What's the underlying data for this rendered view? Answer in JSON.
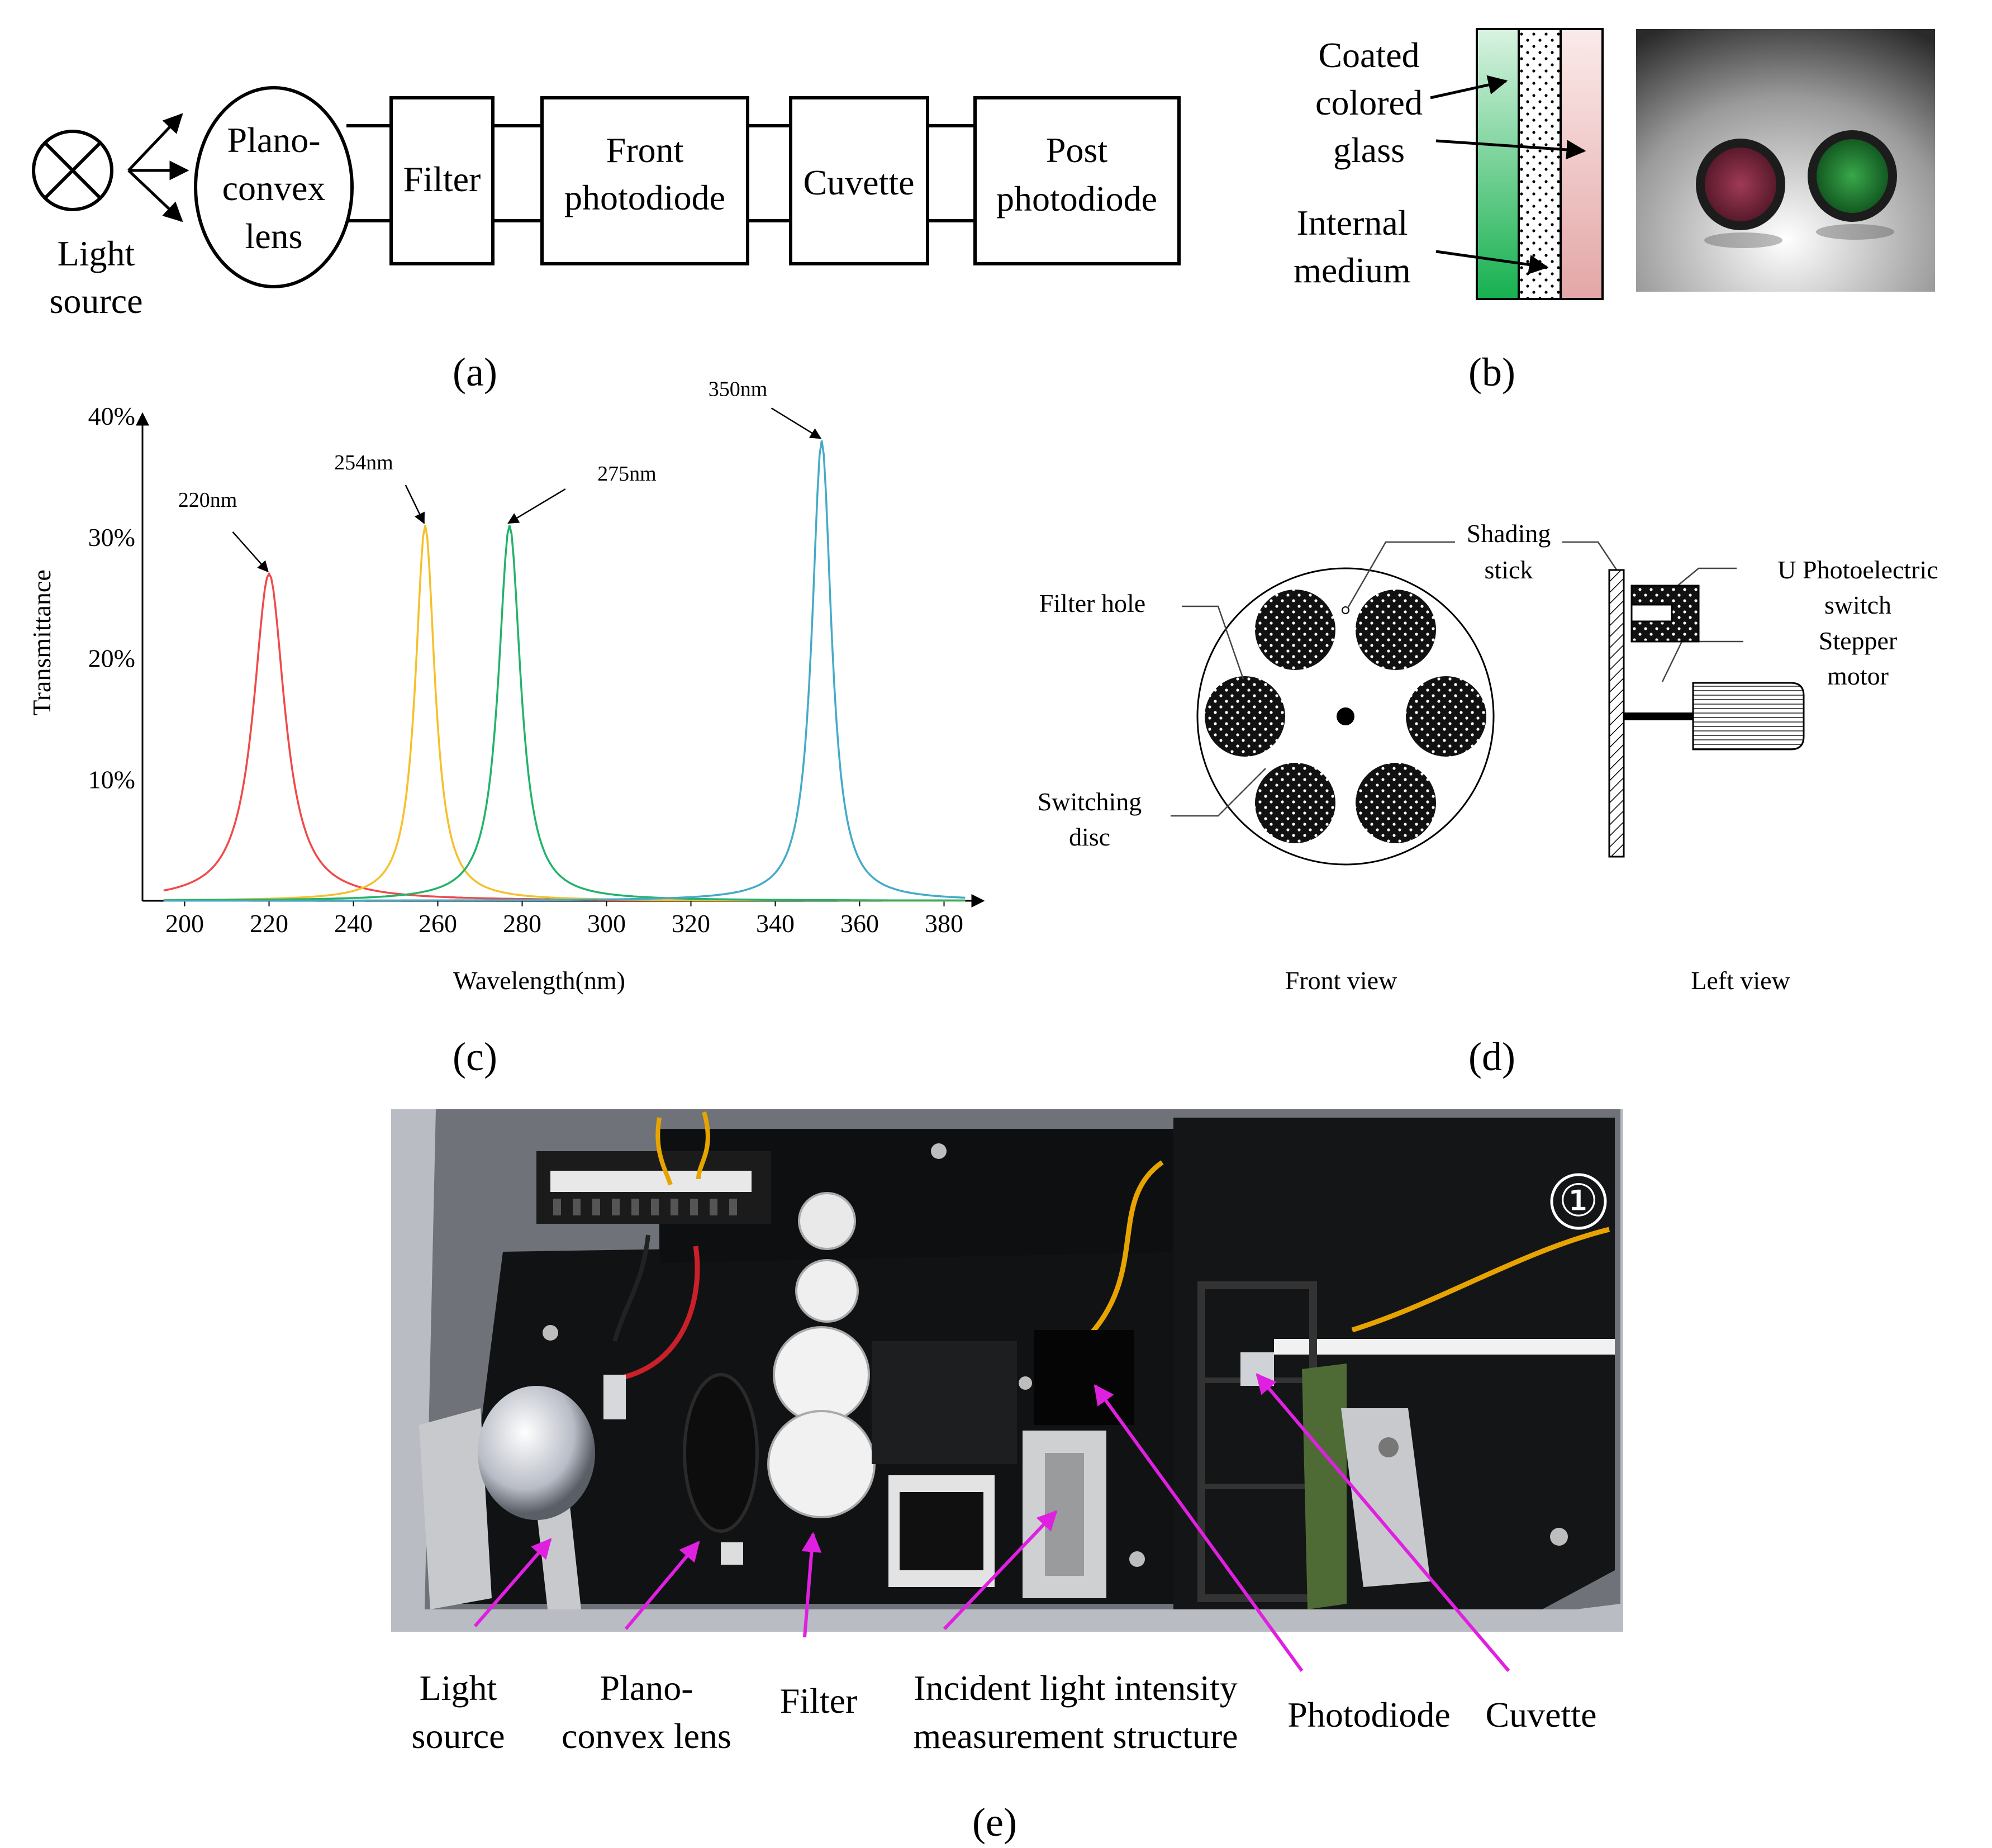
{
  "panel_a": {
    "caption": "(a)",
    "light_source_label_1": "Light",
    "light_source_label_2": "source",
    "lens_label_1": "Plano-",
    "lens_label_2": "convex",
    "lens_label_3": "lens",
    "filter_label": "Filter",
    "front_pd_label_1": "Front",
    "front_pd_label_2": "photodiode",
    "cuvette_label": "Cuvette",
    "post_pd_label_1": "Post",
    "post_pd_label_2": "photodiode"
  },
  "panel_b": {
    "caption": "(b)",
    "coated_label_1": "Coated",
    "coated_label_2": "colored",
    "coated_label_3": "glass",
    "internal_label_1": "Internal",
    "internal_label_2": "medium"
  },
  "panel_c": {
    "caption": "(c)"
  },
  "panel_d": {
    "caption": "(d)",
    "shading_1": "Shading",
    "shading_2": "stick",
    "filter_hole": "Filter hole",
    "switching_1": "Switching",
    "switching_2": "disc",
    "u_switch_1": "U Photoelectric",
    "u_switch_2": "switch",
    "stepper_1": "Stepper",
    "stepper_2": "motor",
    "front_view": "Front view",
    "left_view": "Left view"
  },
  "panel_e": {
    "caption": "(e)",
    "marker": "①",
    "light_source_1": "Light",
    "light_source_2": "source",
    "lens_1": "Plano-",
    "lens_2": "convex lens",
    "filter": "Filter",
    "incident_1": "Incident light intensity",
    "incident_2": "measurement structure",
    "photodiode": "Photodiode",
    "cuvette": "Cuvette"
  },
  "colors": {
    "annotation_arrow": "#e020e0",
    "green_glass": "#1db954",
    "pink_glass": "#e8b8b8"
  },
  "chart_data": {
    "type": "line",
    "xlabel": "Wavelength(nm)",
    "ylabel": "Transmittance",
    "xlim": [
      190,
      390
    ],
    "ylim": [
      0,
      40
    ],
    "x_ticks": [
      200,
      220,
      240,
      260,
      280,
      300,
      320,
      340,
      360,
      380
    ],
    "y_ticks": [
      {
        "value": 10,
        "label": "10%"
      },
      {
        "value": 20,
        "label": "20%"
      },
      {
        "value": 30,
        "label": "30%"
      },
      {
        "value": 40,
        "label": "40%"
      }
    ],
    "grid": false,
    "series": [
      {
        "peak_x": 220,
        "peak_y": 27,
        "width": 4.5,
        "color": "#ef4a4a",
        "label": "220nm"
      },
      {
        "peak_x": 257,
        "peak_y": 31,
        "width": 2.8,
        "color": "#f5c02a",
        "label": "254nm"
      },
      {
        "peak_x": 277,
        "peak_y": 31,
        "width": 3.2,
        "color": "#22b36a",
        "label": "275nm"
      },
      {
        "peak_x": 351,
        "peak_y": 38,
        "width": 2.8,
        "color": "#45aac8",
        "label": "350nm"
      }
    ]
  }
}
